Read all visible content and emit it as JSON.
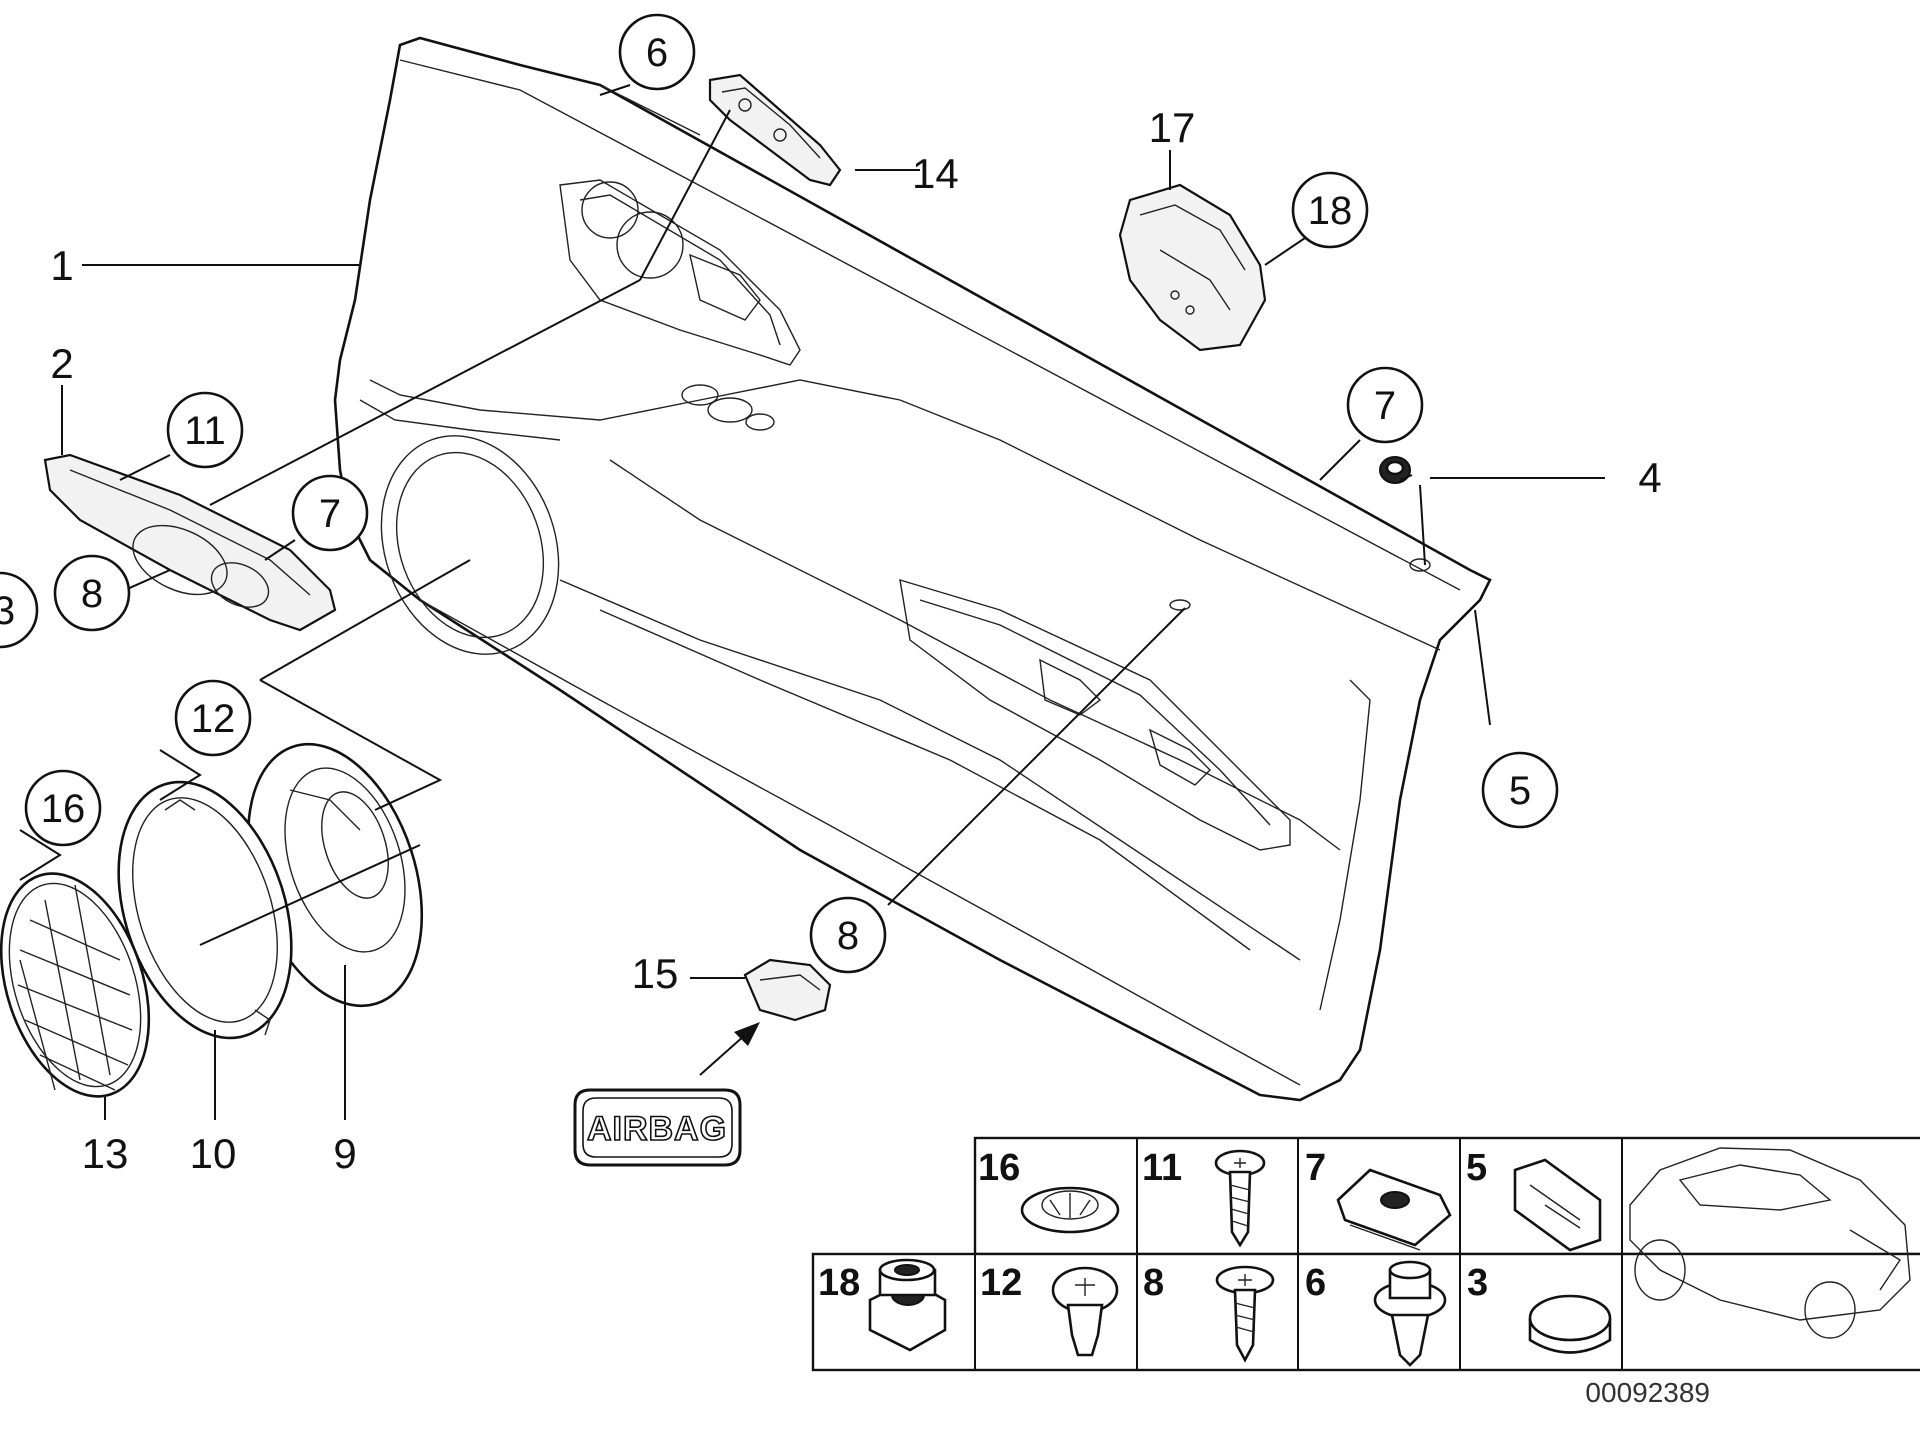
{
  "diagram": {
    "reference_code": "00092389",
    "airbag_label": "AIRBAG",
    "callouts": {
      "c1": "1",
      "c2": "2",
      "c3_partial": "3",
      "c4": "4",
      "c5": "5",
      "c6": "6",
      "c7a": "7",
      "c7b": "7",
      "c8a": "8",
      "c8b": "8",
      "c9": "9",
      "c10": "10",
      "c11": "11",
      "c12": "12",
      "c13": "13",
      "c14": "14",
      "c15": "15",
      "c16": "16",
      "c17": "17",
      "c18": "18"
    },
    "parts_table": {
      "row1": [
        "16",
        "11",
        "7",
        "5"
      ],
      "row2": [
        "18",
        "12",
        "8",
        "6",
        "3"
      ]
    }
  }
}
